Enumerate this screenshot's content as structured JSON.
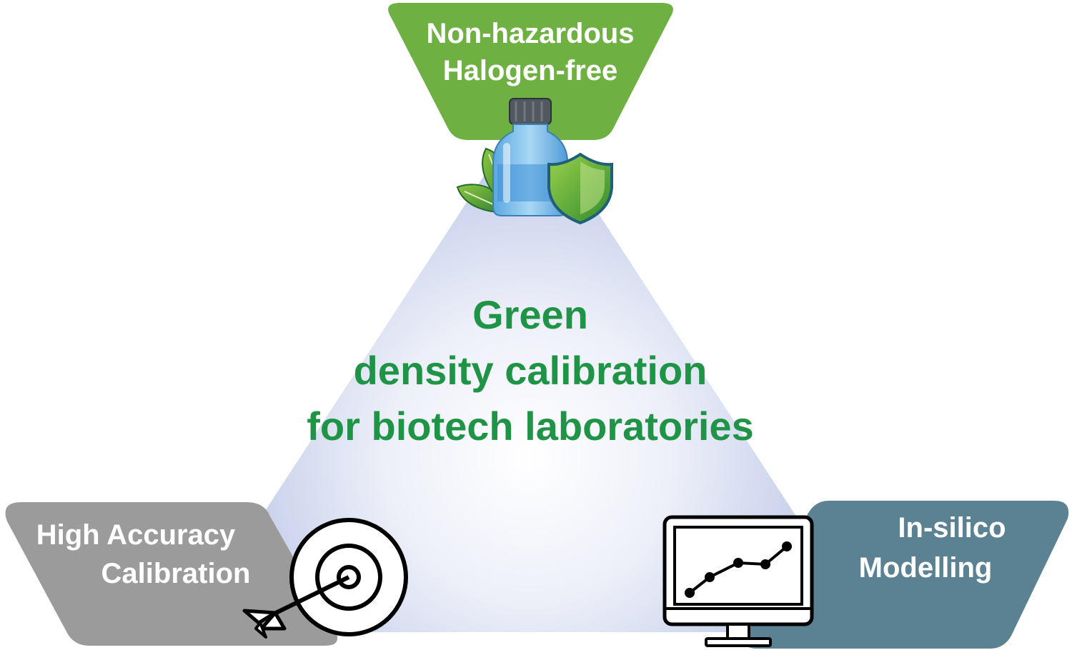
{
  "center": {
    "line1": "Green",
    "line2": "density calibration",
    "line3": "for biotech laboratories",
    "text_color": "#1f9447"
  },
  "top_badge": {
    "line1": "Non-hazardous",
    "line2": "Halogen-free",
    "color": "#6fb043",
    "icon": "reagent-bottle-icon"
  },
  "left_badge": {
    "line1": "High Accuracy",
    "line2": "Calibration",
    "color": "#9b9b9b",
    "icon": "target-arrow-icon"
  },
  "right_badge": {
    "line1": "In-silico",
    "line2": "Modelling",
    "color": "#5a8292",
    "icon": "monitor-chart-icon"
  },
  "colors": {
    "triangle_center": "#ffffff",
    "triangle_edge": "#a7b6e0"
  }
}
